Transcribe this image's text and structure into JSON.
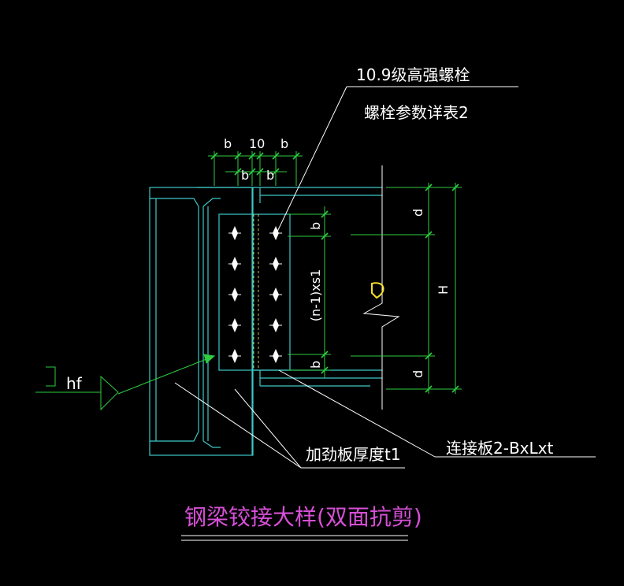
{
  "colors": {
    "background": "#000000",
    "steel": "#3ec8c8",
    "dimension": "#2ecc40",
    "leader": "#ffffff",
    "title": "#d64fd6",
    "bolt": "#ffffff",
    "marker": "#f5e02a"
  },
  "labels": {
    "bolt_grade": "10.9级高强螺栓",
    "bolt_table": "螺栓参数详表2",
    "stiffener": "加劲板厚度t1",
    "plate": "连接板2-BxLxt",
    "weld": "hf",
    "title": "钢梁铰接大样(双面抗剪)"
  },
  "dims": {
    "b": "b",
    "gap": "10",
    "d": "d",
    "H": "H",
    "spacing": "(n-1)xs1"
  },
  "bolts": {
    "rows": 5,
    "columns": 2
  }
}
